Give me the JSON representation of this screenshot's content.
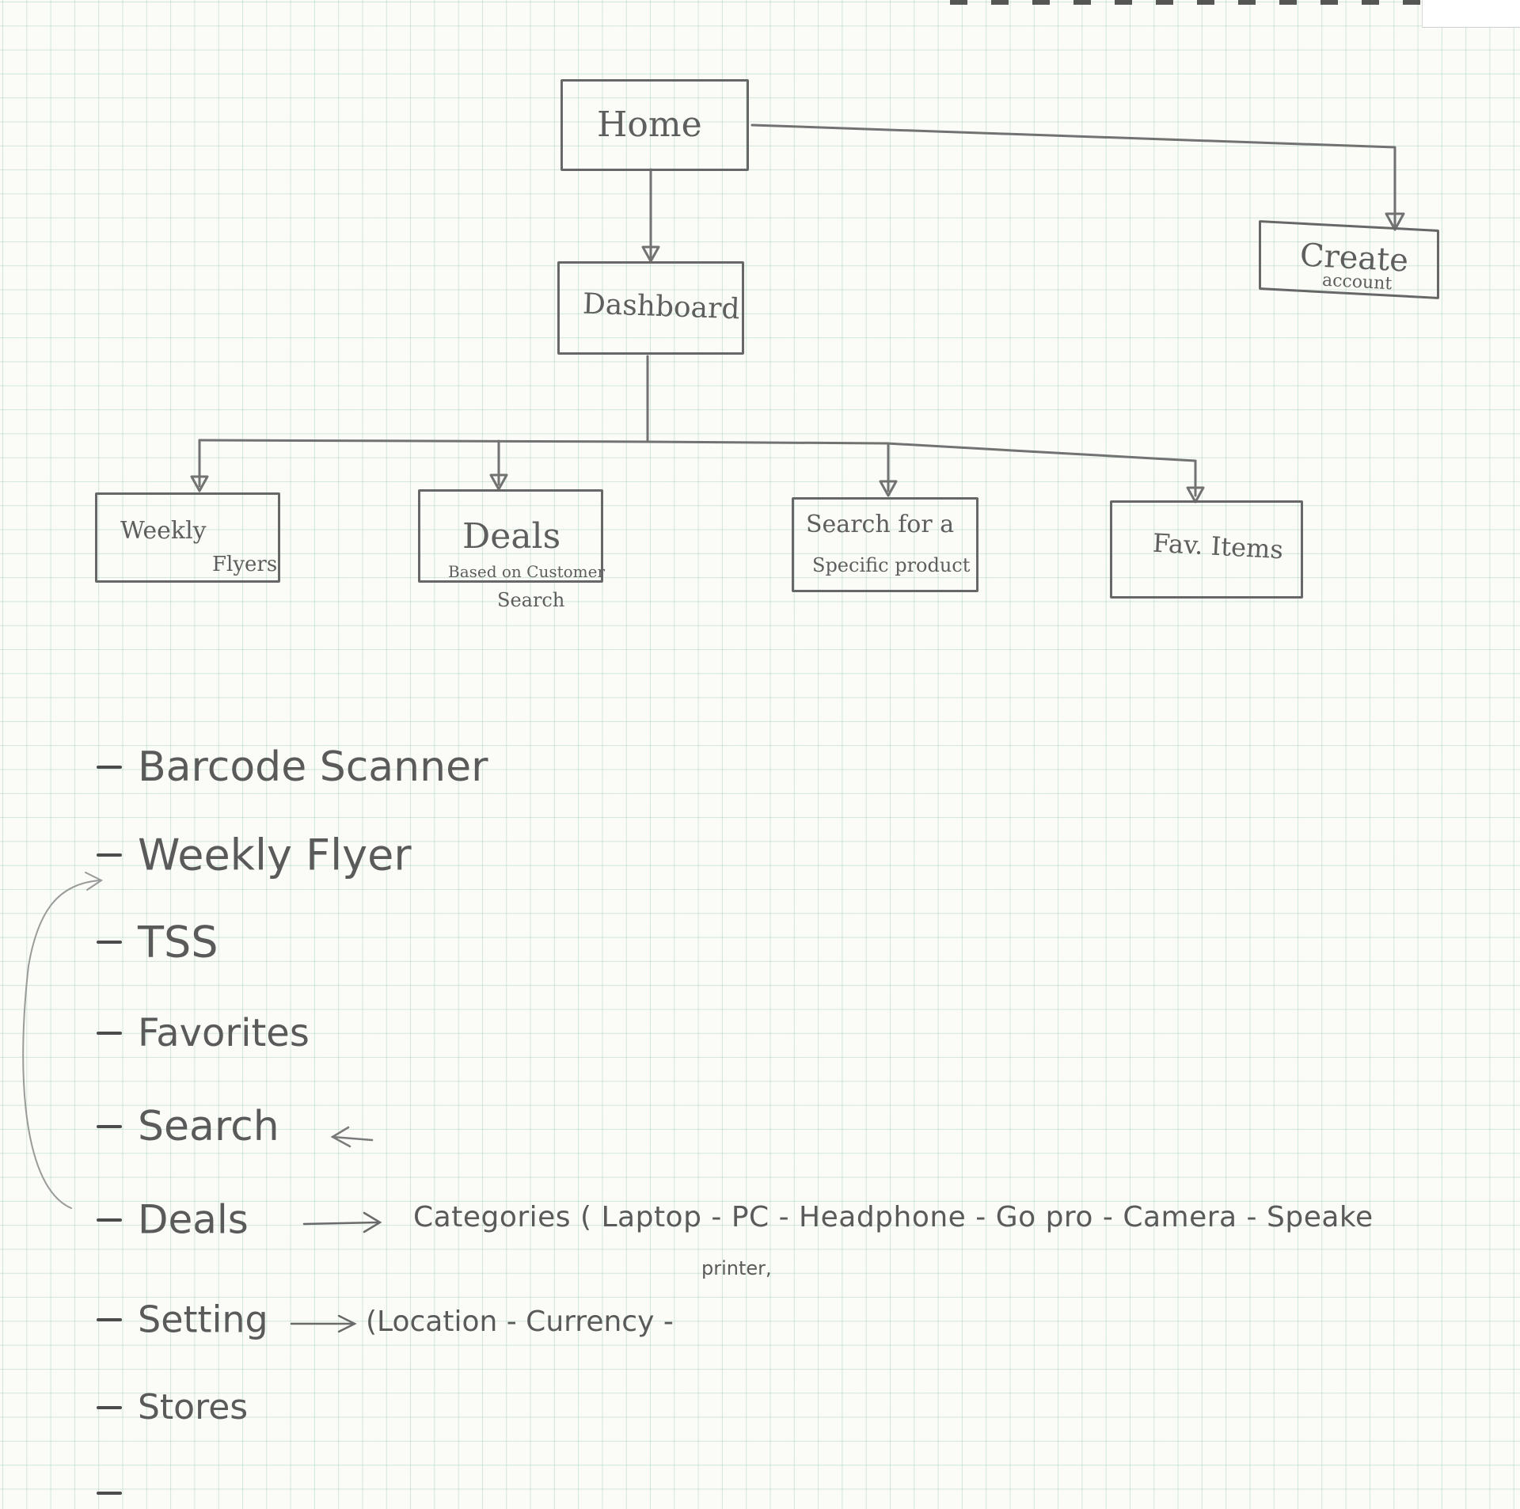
{
  "nodes": {
    "home": "Home",
    "create_account_line1": "Create",
    "create_account_line2": "account",
    "dashboard": "Dashboard",
    "weekly_flyers_line1": "Weekly",
    "weekly_flyers_line2": "Flyers",
    "deals_title": "Deals",
    "deals_sub_line1": "Based on Customer",
    "deals_sub_line2": "Search",
    "search_line1": "Search for a",
    "search_line2": "Specific product",
    "fav_items": "Fav. Items"
  },
  "list": {
    "items": [
      "Barcode Scanner",
      "Weekly Flyer",
      "TSS",
      "Favorites",
      "Search",
      "Deals",
      "Setting",
      "Stores"
    ],
    "deals_categories": "Categories ( Laptop - PC - Headphone - Go pro - Camera - Speake",
    "deals_categories_extra": "printer,",
    "setting_options": "(Location - Currency -"
  },
  "colors": {
    "paper": "#fbfcf7",
    "grid": "#96c8b4",
    "pencil": "#606060"
  }
}
